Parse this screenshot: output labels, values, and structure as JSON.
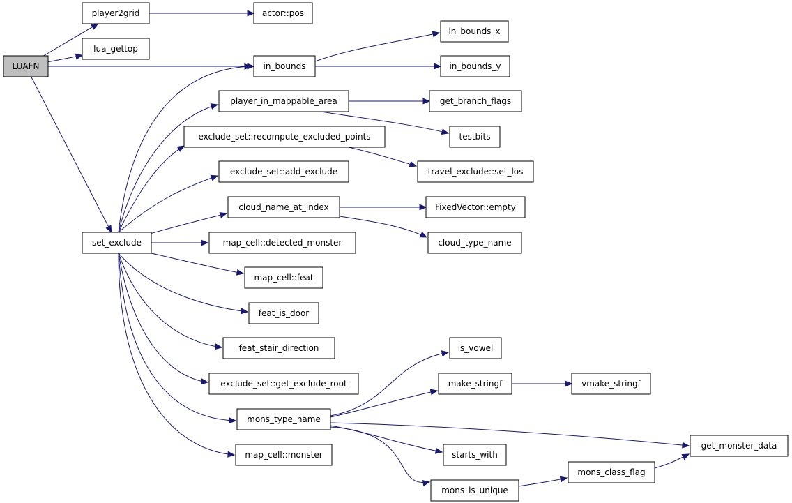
{
  "colors": {
    "edge": "#191970",
    "node_border": "#000000",
    "node_fill": "#ffffff",
    "root_fill": "#bfbfbf",
    "background": "#ffffff"
  },
  "nodes": [
    {
      "id": "luafn",
      "label": "LUAFN",
      "root": true
    },
    {
      "id": "player2grid",
      "label": "player2grid"
    },
    {
      "id": "lua_gettop",
      "label": "lua_gettop"
    },
    {
      "id": "actor_pos",
      "label": "actor::pos"
    },
    {
      "id": "in_bounds",
      "label": "in_bounds"
    },
    {
      "id": "in_bounds_x",
      "label": "in_bounds_x"
    },
    {
      "id": "in_bounds_y",
      "label": "in_bounds_y"
    },
    {
      "id": "player_in_mappable_area",
      "label": "player_in_mappable_area"
    },
    {
      "id": "get_branch_flags",
      "label": "get_branch_flags"
    },
    {
      "id": "testbits",
      "label": "testbits"
    },
    {
      "id": "recompute_excluded_points",
      "label": "exclude_set::recompute_excluded_points"
    },
    {
      "id": "travel_exclude_set_los",
      "label": "travel_exclude::set_los"
    },
    {
      "id": "add_exclude",
      "label": "exclude_set::add_exclude"
    },
    {
      "id": "cloud_name_at_index",
      "label": "cloud_name_at_index"
    },
    {
      "id": "fixedvector_empty",
      "label": "FixedVector::empty"
    },
    {
      "id": "cloud_type_name",
      "label": "cloud_type_name"
    },
    {
      "id": "set_exclude",
      "label": "set_exclude"
    },
    {
      "id": "detected_monster",
      "label": "map_cell::detected_monster"
    },
    {
      "id": "map_cell_feat",
      "label": "map_cell::feat"
    },
    {
      "id": "feat_is_door",
      "label": "feat_is_door"
    },
    {
      "id": "feat_stair_direction",
      "label": "feat_stair_direction"
    },
    {
      "id": "get_exclude_root",
      "label": "exclude_set::get_exclude_root"
    },
    {
      "id": "is_vowel",
      "label": "is_vowel"
    },
    {
      "id": "make_stringf",
      "label": "make_stringf"
    },
    {
      "id": "vmake_stringf",
      "label": "vmake_stringf"
    },
    {
      "id": "mons_type_name",
      "label": "mons_type_name"
    },
    {
      "id": "get_monster_data",
      "label": "get_monster_data"
    },
    {
      "id": "starts_with",
      "label": "starts_with"
    },
    {
      "id": "map_cell_monster",
      "label": "map_cell::monster"
    },
    {
      "id": "mons_class_flag",
      "label": "mons_class_flag"
    },
    {
      "id": "mons_is_unique",
      "label": "mons_is_unique"
    }
  ],
  "edges": [
    {
      "from": "luafn",
      "to": "player2grid"
    },
    {
      "from": "luafn",
      "to": "lua_gettop"
    },
    {
      "from": "luafn",
      "to": "in_bounds"
    },
    {
      "from": "luafn",
      "to": "set_exclude"
    },
    {
      "from": "player2grid",
      "to": "actor_pos"
    },
    {
      "from": "in_bounds",
      "to": "in_bounds_x"
    },
    {
      "from": "in_bounds",
      "to": "in_bounds_y"
    },
    {
      "from": "player_in_mappable_area",
      "to": "get_branch_flags"
    },
    {
      "from": "player_in_mappable_area",
      "to": "testbits"
    },
    {
      "from": "recompute_excluded_points",
      "to": "travel_exclude_set_los"
    },
    {
      "from": "cloud_name_at_index",
      "to": "fixedvector_empty"
    },
    {
      "from": "cloud_name_at_index",
      "to": "cloud_type_name"
    },
    {
      "from": "set_exclude",
      "to": "in_bounds"
    },
    {
      "from": "set_exclude",
      "to": "player_in_mappable_area"
    },
    {
      "from": "set_exclude",
      "to": "recompute_excluded_points"
    },
    {
      "from": "set_exclude",
      "to": "add_exclude"
    },
    {
      "from": "set_exclude",
      "to": "cloud_name_at_index"
    },
    {
      "from": "set_exclude",
      "to": "detected_monster"
    },
    {
      "from": "set_exclude",
      "to": "map_cell_feat"
    },
    {
      "from": "set_exclude",
      "to": "feat_is_door"
    },
    {
      "from": "set_exclude",
      "to": "feat_stair_direction"
    },
    {
      "from": "set_exclude",
      "to": "get_exclude_root"
    },
    {
      "from": "set_exclude",
      "to": "mons_type_name"
    },
    {
      "from": "set_exclude",
      "to": "map_cell_monster"
    },
    {
      "from": "mons_type_name",
      "to": "is_vowel"
    },
    {
      "from": "mons_type_name",
      "to": "make_stringf"
    },
    {
      "from": "mons_type_name",
      "to": "get_monster_data"
    },
    {
      "from": "mons_type_name",
      "to": "starts_with"
    },
    {
      "from": "mons_type_name",
      "to": "mons_is_unique"
    },
    {
      "from": "make_stringf",
      "to": "vmake_stringf"
    },
    {
      "from": "mons_is_unique",
      "to": "mons_class_flag"
    },
    {
      "from": "mons_class_flag",
      "to": "get_monster_data"
    }
  ]
}
